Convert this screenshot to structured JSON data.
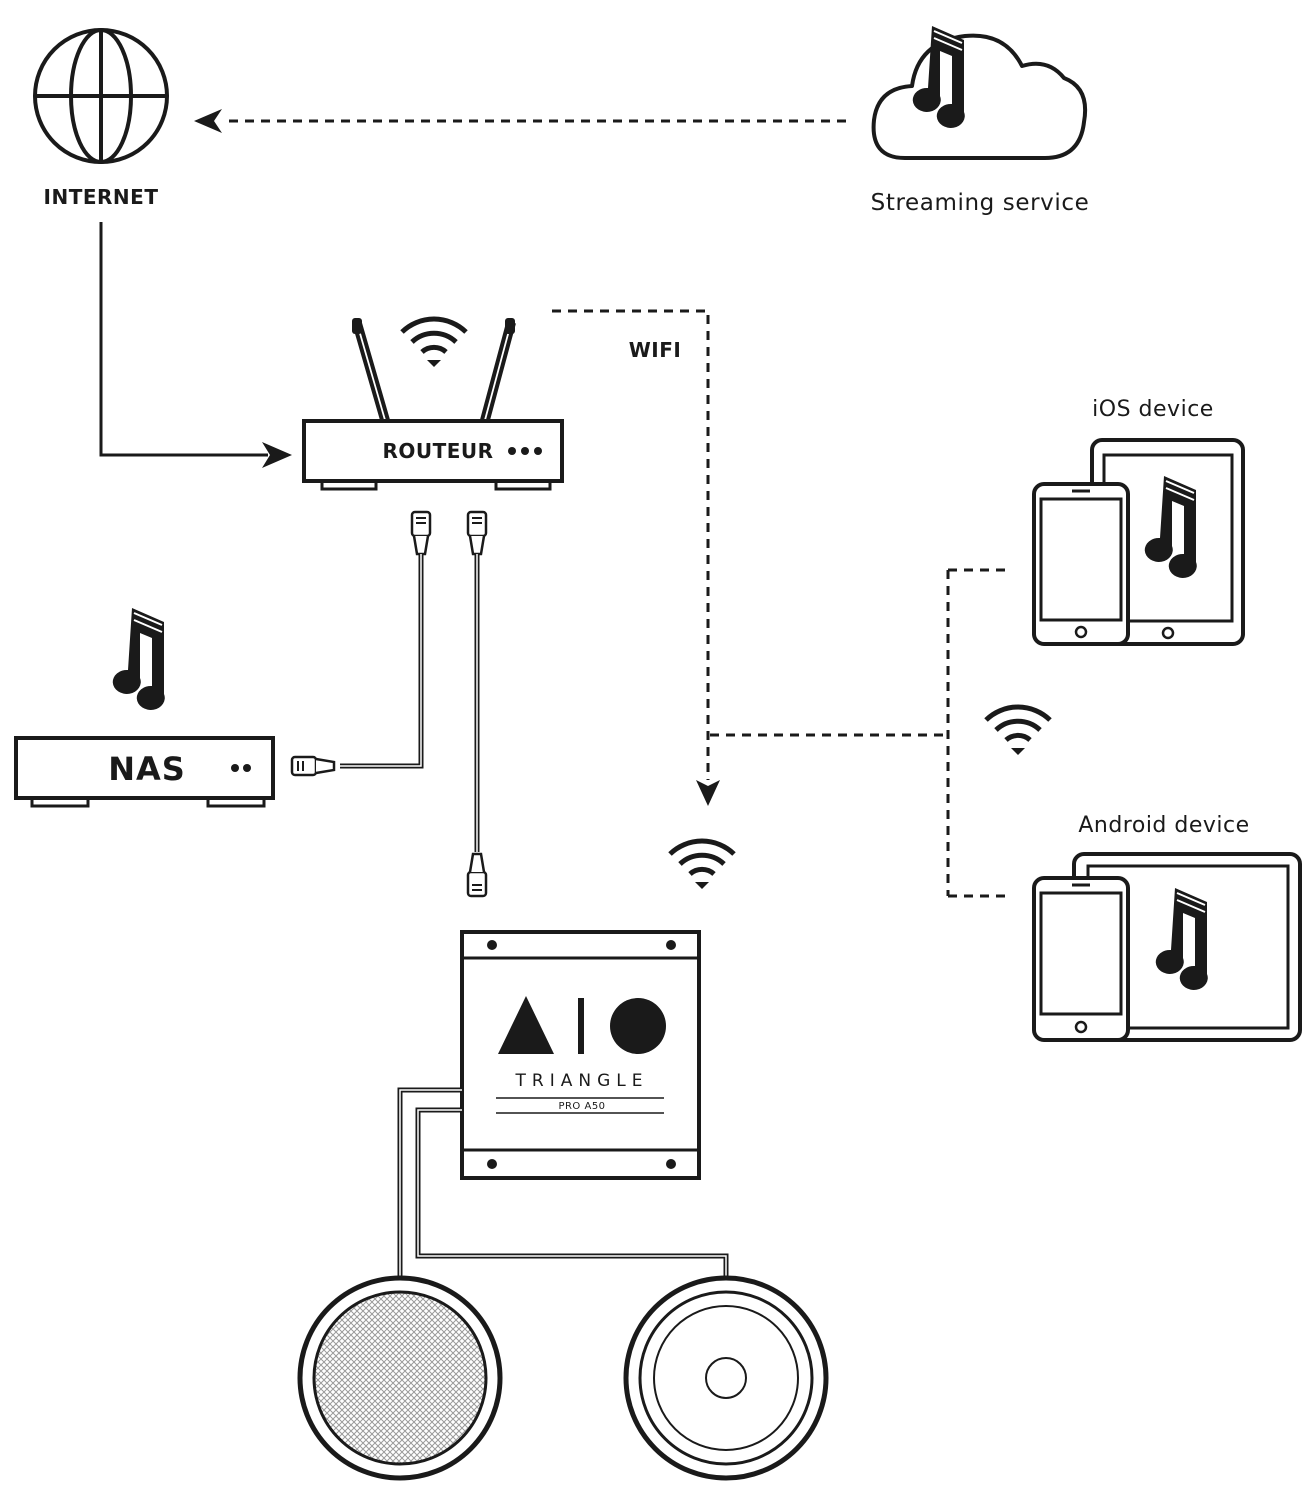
{
  "labels": {
    "internet": "INTERNET",
    "streaming": "Streaming service",
    "router": "ROUTEUR",
    "wifi": "WIFI",
    "ios": "iOS device",
    "android": "Android device",
    "nas": "NAS",
    "brand": "TRIANGLE",
    "model": "PRO A50"
  },
  "colors": {
    "ink": "#1a1a1a",
    "background": "#ffffff"
  },
  "icons": [
    "globe-icon",
    "cloud-music-icon",
    "router-icon",
    "wifi-icon",
    "phone-icon",
    "tablet-icon",
    "music-note-icon",
    "ethernet-plug-icon",
    "amplifier-icon",
    "speaker-icon"
  ]
}
